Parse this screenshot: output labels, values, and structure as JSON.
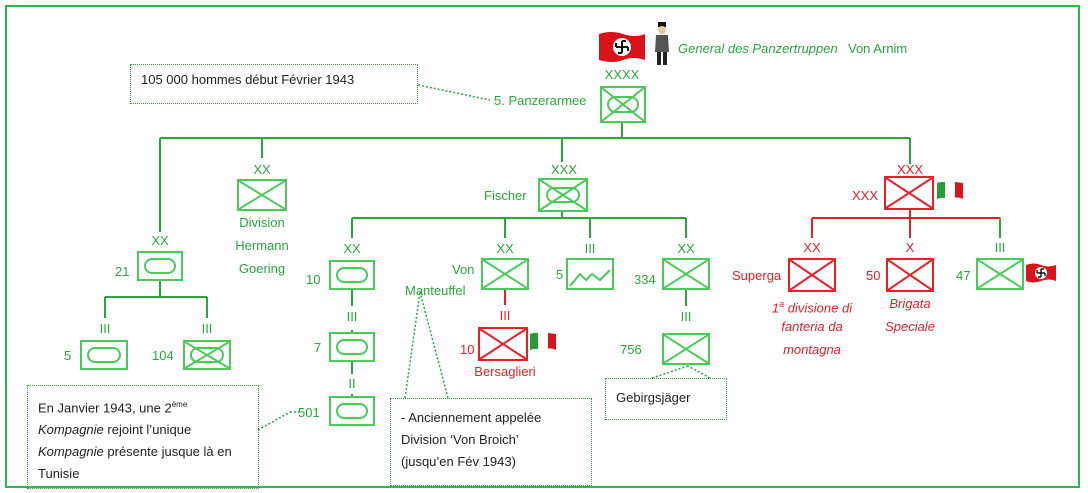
{
  "header": {
    "commander_rank": "General des Panzertruppen",
    "commander_name": "Von Arnim"
  },
  "army": {
    "echelon": "XXXX",
    "name": "5. Panzerarmee",
    "strength_note": "105 000 hommes début Février 1943"
  },
  "units": {
    "div21": {
      "echelon": "XX",
      "label": "21"
    },
    "reg5": {
      "echelon": "III",
      "label": "5"
    },
    "reg104": {
      "echelon": "III",
      "label": "104"
    },
    "hg": {
      "echelon": "XX",
      "line1": "Division",
      "line2": "Hermann",
      "line3": "Goering"
    },
    "fischer": {
      "echelon": "XXX",
      "label": "Fischer"
    },
    "div10": {
      "echelon": "XX",
      "label": "10"
    },
    "reg7": {
      "echelon": "III",
      "label": "7"
    },
    "bat501": {
      "echelon": "II",
      "label": "501"
    },
    "vm": {
      "echelon": "XX",
      "line1": "Von",
      "line2": "Manteuffel"
    },
    "bers": {
      "echelon": "III",
      "label": "10",
      "name": "Bersaglieri"
    },
    "reg5m": {
      "echelon": "III",
      "label": "5"
    },
    "div334": {
      "echelon": "XX",
      "label": "334"
    },
    "reg756": {
      "echelon": "III",
      "label": "756"
    },
    "it_corps": {
      "echelon": "XXX",
      "label": "XXX"
    },
    "superga": {
      "echelon": "XX",
      "label": "Superga",
      "sub1": "1",
      "sub_sup": "a",
      "sub1b": " divisione di",
      "sub2": "fanteria da",
      "sub3": "montagna"
    },
    "brig50": {
      "echelon": "X",
      "label": "50",
      "sub1": "Brigata",
      "sub2": "Speciale"
    },
    "reg47": {
      "echelon": "III",
      "label": "47"
    }
  },
  "notes": {
    "kompanie_l1a": "En Janvier 1943, une 2",
    "kompanie_l1sup": "ème",
    "kompanie_l2a": "Kompagnie",
    "kompanie_l2b": " rejoint l’unique",
    "kompanie_l3a": "Kompagnie",
    "kompanie_l3b": " présente jusque là en",
    "kompanie_l4": "Tunisie",
    "broich_l1": "- Anciennement appelée",
    "broich_l2": "Division ‘Von Broich’",
    "broich_l3": "(jusqu’en Fév 1943)",
    "gebirgs": "Gebirgsjäger"
  },
  "colors": {
    "german": "#2aa83c",
    "italian": "#e8202a",
    "frame": "#2db84d"
  },
  "icons": [
    "swastika-flag-icon",
    "general-figure-icon",
    "italian-flag-icon"
  ]
}
